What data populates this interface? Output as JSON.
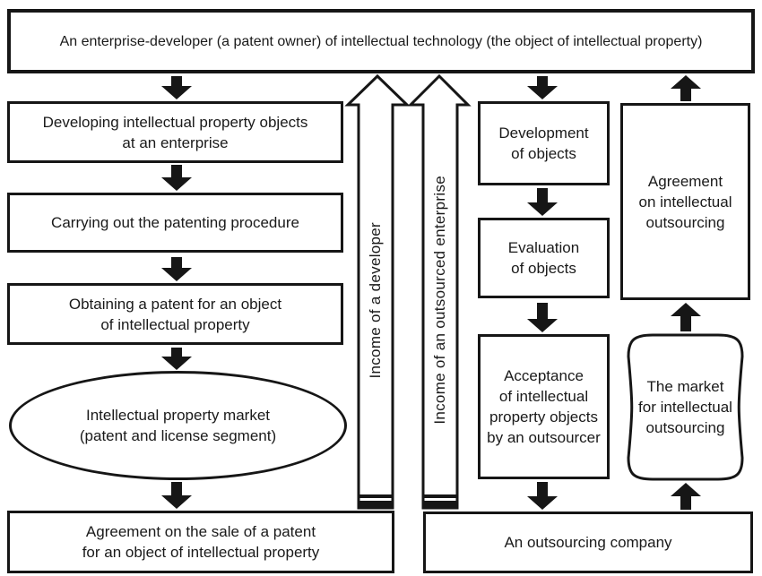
{
  "title": "An enterprise-developer (a patent owner) of intellectual technology (the object of intellectual property)",
  "left_column": {
    "developing": "Developing intellectual property objects\nat an enterprise",
    "patenting": "Carrying out the patenting procedure",
    "obtaining": "Obtaining a patent for an object\nof intellectual property",
    "market_ellipse": "Intellectual property market\n(patent and license segment)",
    "sale_agreement": "Agreement on the sale of a patent\nfor an object of intellectual property"
  },
  "middle_column": {
    "development": "Development\nof objects",
    "evaluation": "Evaluation\nof objects",
    "acceptance": "Acceptance\nof intellectual\nproperty objects\nby an outsourcer"
  },
  "right_column": {
    "agreement": "Agreement\non intellectual\noutsourcing",
    "market": "The market\nfor intellectual\noutsourcing"
  },
  "outsourcing_company": "An outsourcing company",
  "income_arrows": {
    "developer": "Income of a developer",
    "outsourced": "Income of an outsourced enterprise"
  },
  "colors": {
    "line": "#161616",
    "text": "#1a1a1a",
    "background": "#ffffff"
  }
}
